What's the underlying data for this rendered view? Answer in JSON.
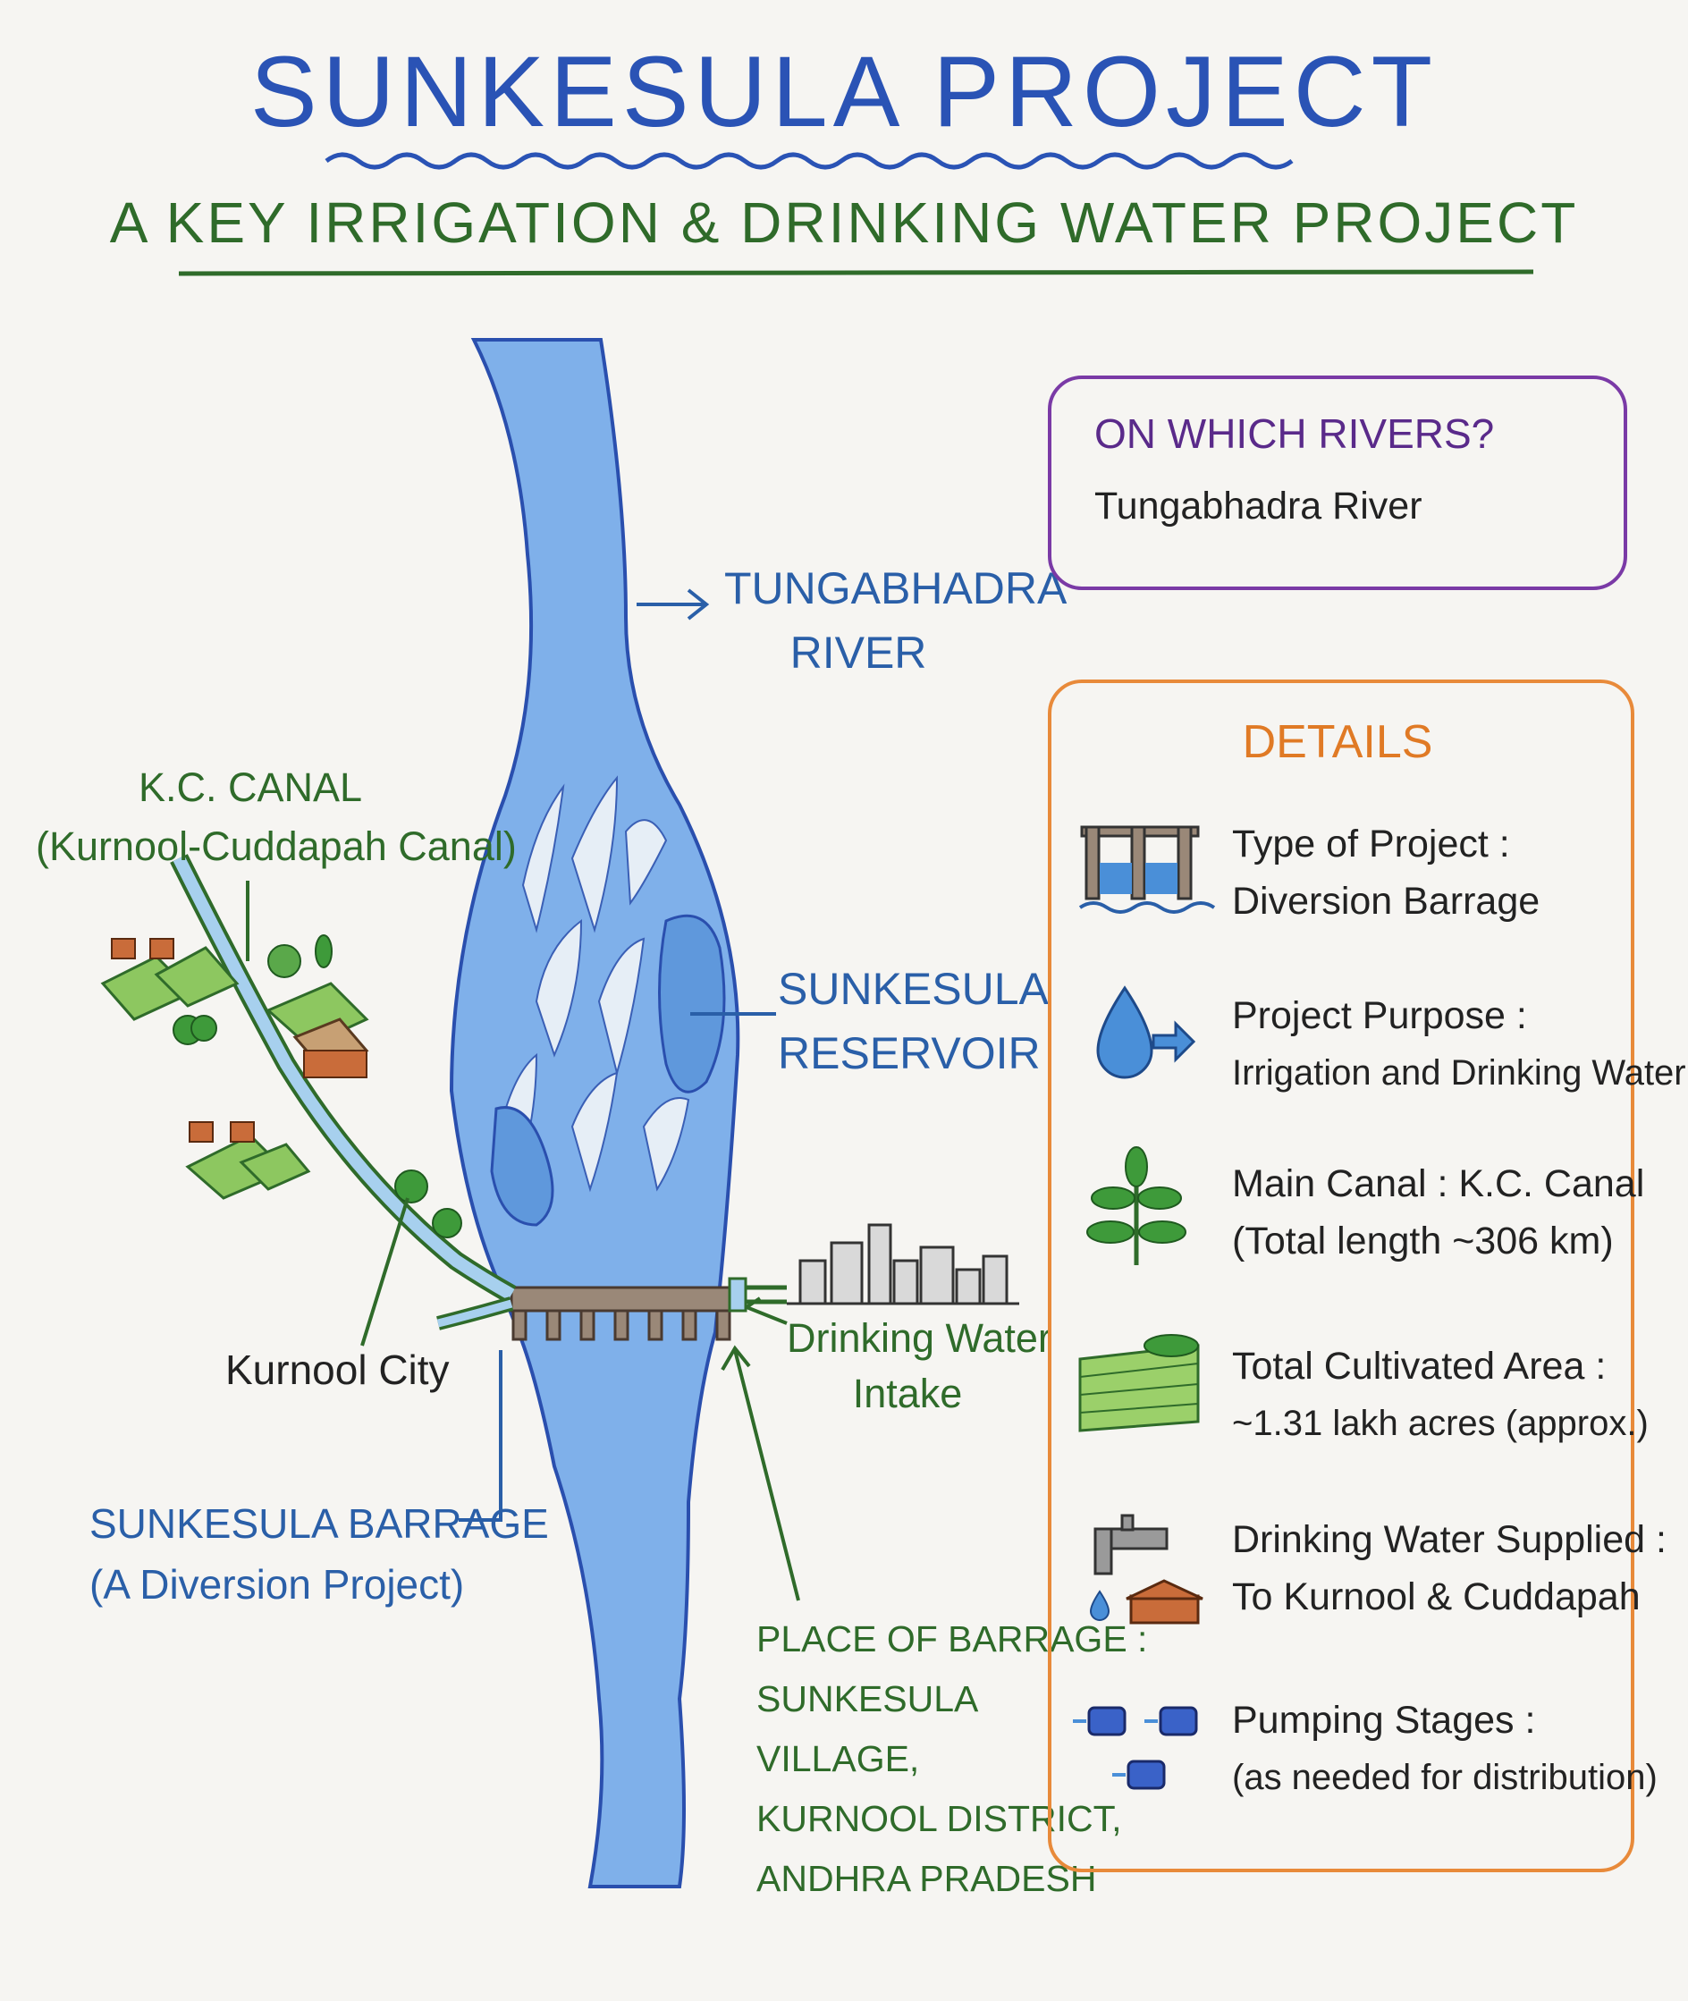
{
  "title": "SUNKESULA PROJECT",
  "subtitle": "A KEY IRRIGATION & DRINKING WATER PROJECT",
  "labels": {
    "river": [
      "TUNGABHADRA",
      "RIVER"
    ],
    "reservoir": [
      "SUNKESULA",
      "RESERVOIR"
    ],
    "canal": [
      "K.C. CANAL",
      "(Kurnool-Cuddapah Canal)"
    ],
    "city": "Kurnool City",
    "barrage": [
      "SUNKESULA BARRAGE",
      "(A Diversion Project)"
    ],
    "intake": [
      "Drinking Water",
      "Intake"
    ],
    "place": [
      "PLACE OF BARRAGE :",
      "SUNKESULA",
      "VILLAGE,",
      "KURNOOL DISTRICT,",
      "ANDHRA PRADESH"
    ]
  },
  "rivers_box": {
    "heading": "ON WHICH RIVERS?",
    "value": "Tungabhadra River"
  },
  "details": {
    "heading": "DETAILS",
    "items": [
      {
        "icon": "barrage-icon",
        "lines": [
          "Type of Project :",
          "Diversion Barrage"
        ]
      },
      {
        "icon": "water-drop-icon",
        "lines": [
          "Project Purpose :",
          "Irrigation and Drinking Water"
        ]
      },
      {
        "icon": "plant-icon",
        "lines": [
          "Main Canal : K.C. Canal",
          "(Total length ~306 km)"
        ]
      },
      {
        "icon": "field-icon",
        "lines": [
          "Total Cultivated Area :",
          "~1.31 lakh acres (approx.)"
        ]
      },
      {
        "icon": "tap-icon",
        "lines": [
          "Drinking Water Supplied :",
          "To Kurnool & Cuddapah"
        ]
      },
      {
        "icon": "pump-icon",
        "lines": [
          "Pumping Stages :",
          "(as needed for distribution)"
        ]
      }
    ]
  },
  "colors": {
    "title": "#2a53b5",
    "subtitle": "#2f6b2a",
    "river": "#6ea3e3",
    "rivers_box_border": "#7a3aa6",
    "details_border": "#e88a3a"
  }
}
